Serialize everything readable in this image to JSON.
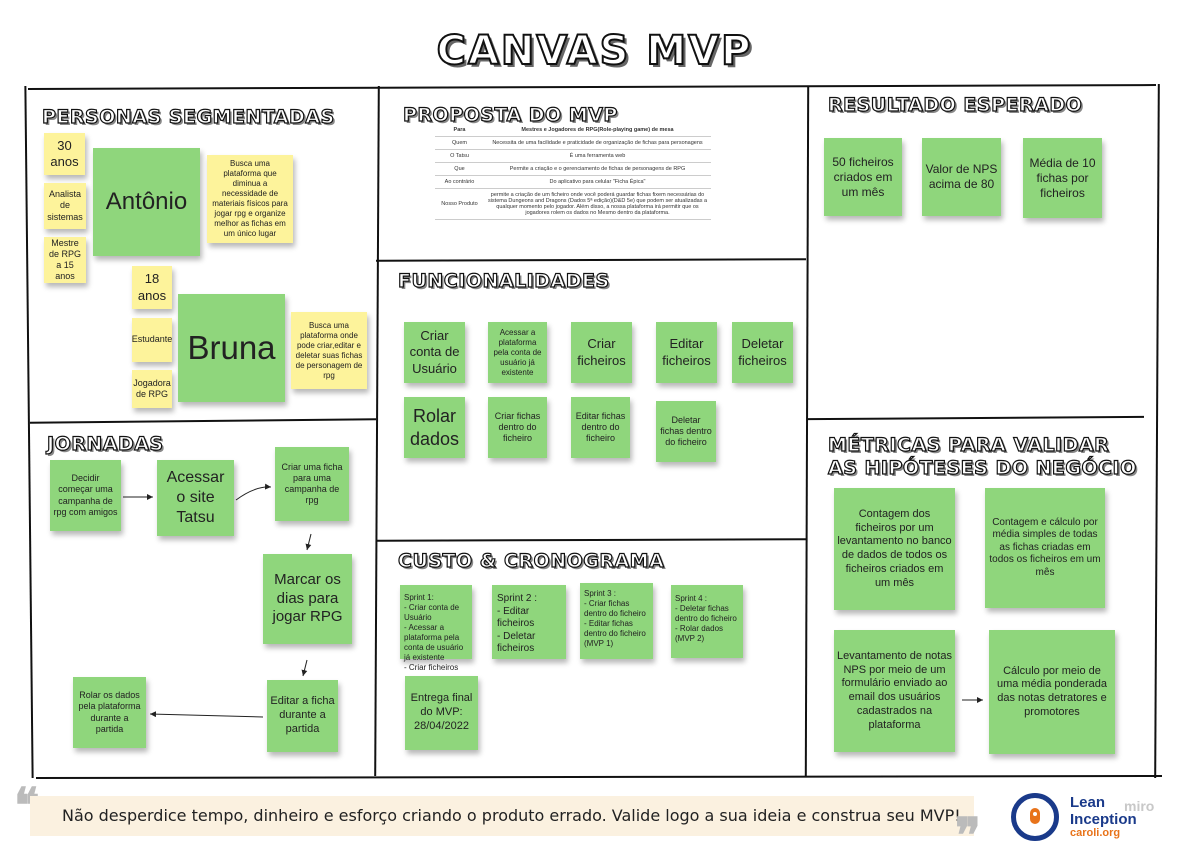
{
  "title": "CANVAS MVP",
  "sections": {
    "personas": "PERSONAS SEGMENTADAS",
    "proposta": "PROPOSTA DO MVP",
    "resultado": "RESULTADO ESPERADO",
    "funcionalidades": "FUNCIONALIDADES",
    "jornadas": "JORNADAS",
    "metricas_1": "MÉTRICAS PARA VALIDAR",
    "metricas_2": "AS HIPÓTESES DO NEGÓCIO",
    "custo": "CUSTO & CRONOGRAMA"
  },
  "personas": {
    "antonio": {
      "name": "Antônio",
      "age": "30 anos",
      "role": "Analista de sistemas",
      "extra": "Mestre de RPG a 15 anos",
      "need": "Busca uma plataforma que diminua a necessidade de materiais físicos para jogar rpg e organize melhor as fichas em um único lugar"
    },
    "bruna": {
      "name": "Bruna",
      "age": "18 anos",
      "role": "Estudante",
      "extra": "Jogadora de RPG",
      "need": "Busca uma plataforma onde pode criar,editar e deletar suas fichas de personagem de rpg"
    }
  },
  "proposta": {
    "rows": [
      {
        "k": "Para",
        "v": "Mestres e Jogadores de RPG(Role-playing game) de mesa"
      },
      {
        "k": "Quem",
        "v": "Necessita de uma facilidade e praticidade de organização de fichas para personagens"
      },
      {
        "k": "O Tatsu",
        "v": "É uma ferramenta web"
      },
      {
        "k": "Que",
        "v": "Permite a criação e o gerenciamento de fichas de personagens de RPG"
      },
      {
        "k": "Ao contrário",
        "v": "Do aplicativo para celular \"Ficha Épica\""
      },
      {
        "k": "Nosso Produto",
        "v": "permite a criação de um ficheiro onde você poderá guardar fichas fixem necessárias do sistema Dungeons and Dragons (Dados 5ª edição)(D&D 5e) que podem ser atualizadas a qualquer momento pelo jogador. Além disso, a nossa plataforma irá permitir que os jogadores rolem os dados no Mesmo dentro da plataforma."
      }
    ]
  },
  "resultado": [
    "50 ficheiros criados em um mês",
    "Valor de NPS acima de 80",
    "Média de 10 fichas por ficheiros"
  ],
  "funcionalidades": [
    "Criar conta de Usuário",
    "Acessar a plataforma pela conta de usuário já existente",
    "Criar ficheiros",
    "Editar ficheiros",
    "Deletar ficheiros",
    "Rolar dados",
    "Criar fichas dentro do ficheiro",
    "Editar fichas dentro do ficheiro",
    "Deletar fichas dentro do ficheiro"
  ],
  "jornadas": {
    "j1": "Decidir começar uma campanha de rpg com amigos",
    "j2": "Acessar o site Tatsu",
    "j3": "Criar uma ficha para uma campanha de rpg",
    "j4": "Marcar os dias para jogar RPG",
    "j5": "Editar a ficha durante a partida",
    "j6": "Rolar os dados pela plataforma durante a partida"
  },
  "metricas": [
    "Contagem dos ficheiros por um levantamento no banco de dados de todos os ficheiros criados em um mês",
    "Contagem e cálculo por média simples de todas as fichas criadas em todos os ficheiros em um mês",
    "Levantamento de notas NPS por meio de um formulário enviado ao email dos usuários cadastrados na plataforma",
    "Cálculo por meio de uma média ponderada das notas detratores e promotores"
  ],
  "custo": {
    "sprint1": [
      "Sprint 1:",
      "- Criar conta de Usuário",
      "- Acessar a plataforma pela conta de usuário já existente",
      "- Criar ficheiros"
    ],
    "sprint2": [
      "Sprint 2 :",
      "- Editar ficheiros",
      "- Deletar ficheiros"
    ],
    "sprint3": [
      "Sprint 3 :",
      "- Criar fichas dentro do ficheiro",
      "- Editar fichas dentro do ficheiro",
      "(MVP 1)"
    ],
    "sprint4": [
      "Sprint 4 :",
      "- Deletar fichas dentro do ficheiro",
      "- Rolar dados",
      "(MVP 2)"
    ],
    "entrega": "Entrega final do MVP: 28/04/2022"
  },
  "footer": {
    "text": "Não desperdice tempo, dinheiro e esforço criando o produto errado. Valide logo a sua ideia e construa seu MVP!",
    "brand_1": "Lean",
    "brand_2": "Inception",
    "brand_3": "caroli.org",
    "watermark": "miro"
  },
  "colors": {
    "sticky_green": "#8fd67c",
    "sticky_yellow": "#fdf39b",
    "footer_bg": "#fbf1e0",
    "logo_blue": "#1a3a8a",
    "logo_orange": "#e8731a"
  }
}
